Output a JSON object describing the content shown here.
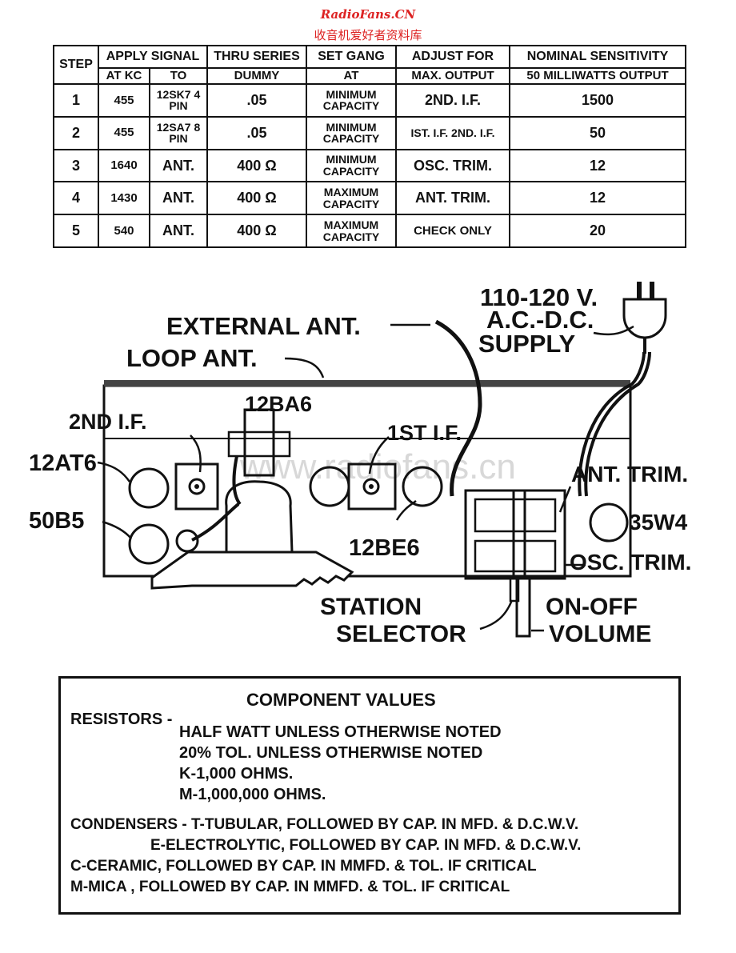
{
  "header": {
    "site": "RadioFans.CN",
    "subtitle": "收音机爱好者资料库"
  },
  "alignment_table": {
    "headers_top": [
      "STEP",
      "APPLY SIGNAL",
      "THRU SERIES",
      "SET GANG",
      "ADJUST FOR",
      "NOMINAL SENSITIVITY"
    ],
    "headers_sub": [
      "AT KC",
      "TO",
      "DUMMY",
      "AT",
      "MAX. OUTPUT",
      "50 MILLIWATTS OUTPUT"
    ],
    "rows": [
      {
        "step": "1",
        "kc": "455",
        "to": "12SK7 4 PIN",
        "dummy": ".05",
        "gang": "MINIMUM CAPACITY",
        "adjust": "2ND. I.F.",
        "sens": "1500"
      },
      {
        "step": "2",
        "kc": "455",
        "to": "12SA7 8 PIN",
        "dummy": ".05",
        "gang": "MINIMUM CAPACITY",
        "adjust": "IST. I.F. 2ND. I.F.",
        "sens": "50"
      },
      {
        "step": "3",
        "kc": "1640",
        "to": "ANT.",
        "dummy": "400 Ω",
        "gang": "MINIMUM CAPACITY",
        "adjust": "OSC. TRIM.",
        "sens": "12"
      },
      {
        "step": "4",
        "kc": "1430",
        "to": "ANT.",
        "dummy": "400 Ω",
        "gang": "MAXIMUM CAPACITY",
        "adjust": "ANT. TRIM.",
        "sens": "12"
      },
      {
        "step": "5",
        "kc": "540",
        "to": "ANT.",
        "dummy": "400 Ω",
        "gang": "MAXIMUM CAPACITY",
        "adjust": "CHECK ONLY",
        "sens": "20"
      }
    ]
  },
  "diagram_labels": {
    "supply": [
      "110-120 V.",
      "A.C.-D.C.",
      "SUPPLY"
    ],
    "external_ant": "EXTERNAL ANT.",
    "loop_ant": "LOOP ANT.",
    "second_if": "2ND I.F.",
    "tube_12ba6": "12BA6",
    "first_if": "1ST I.F.",
    "tube_12at6": "12AT6",
    "tube_50b5": "50B5",
    "tube_12be6": "12BE6",
    "ant_trim": "ANT. TRIM.",
    "tube_35w4": "35W4",
    "osc_trim": "OSC. TRIM.",
    "station_selector": [
      "STATION",
      "SELECTOR"
    ],
    "on_off_volume": [
      "ON-OFF",
      "VOLUME"
    ],
    "watermark": "www.radiofans.cn"
  },
  "component_values": {
    "title": "COMPONENT VALUES",
    "resistors_label": "RESISTORS -",
    "resistors_lines": [
      "HALF WATT UNLESS OTHERWISE NOTED",
      "20% TOL. UNLESS OTHERWISE NOTED",
      "K-1,000 OHMS.",
      "M-1,000,000 OHMS."
    ],
    "condensers_lines": [
      "CONDENSERS - T-TUBULAR, FOLLOWED BY CAP. IN MFD. & D.C.W.V.",
      "E-ELECTROLYTIC, FOLLOWED BY CAP. IN MFD. & D.C.W.V.",
      "C-CERAMIC, FOLLOWED BY CAP. IN MMFD. & TOL. IF CRITICAL",
      "M-MICA , FOLLOWED BY CAP. IN MMFD. & TOL. IF CRITICAL"
    ]
  }
}
